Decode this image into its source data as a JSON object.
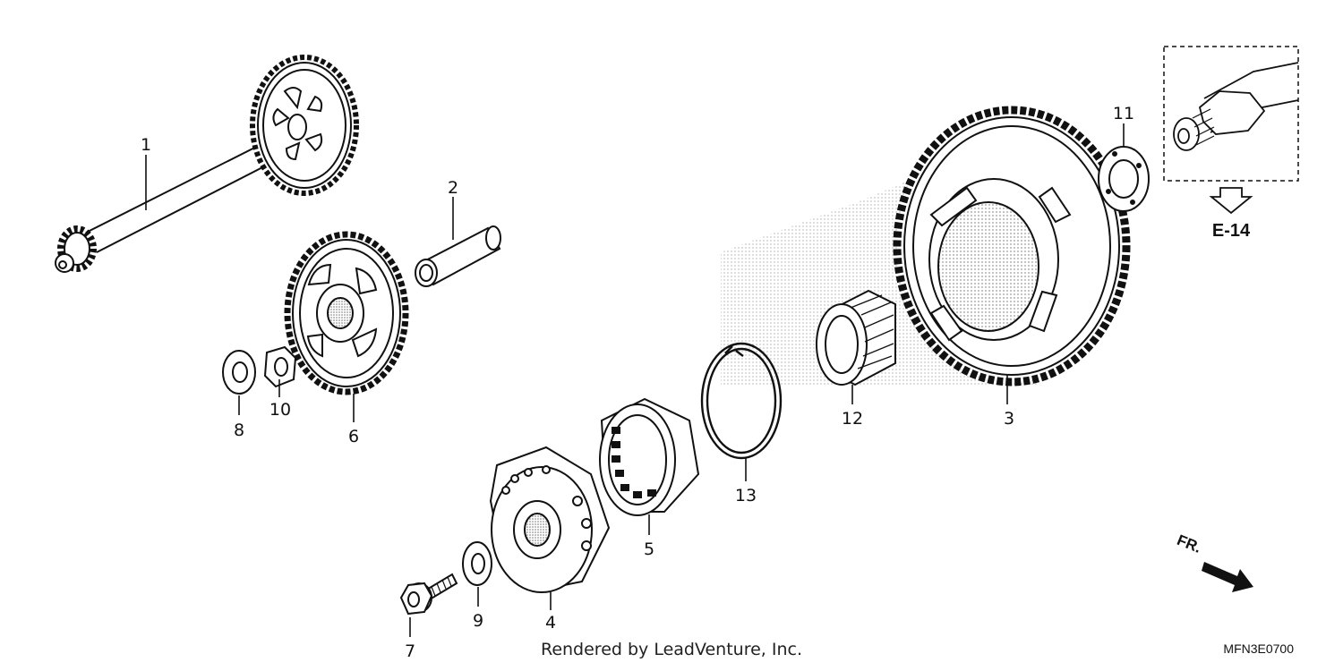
{
  "parts": [
    {
      "id": "p1",
      "number": "1"
    },
    {
      "id": "p2",
      "number": "2"
    },
    {
      "id": "p3",
      "number": "3"
    },
    {
      "id": "p4",
      "number": "4"
    },
    {
      "id": "p5",
      "number": "5"
    },
    {
      "id": "p6",
      "number": "6"
    },
    {
      "id": "p7",
      "number": "7"
    },
    {
      "id": "p8",
      "number": "8"
    },
    {
      "id": "p9",
      "number": "9"
    },
    {
      "id": "p10",
      "number": "10"
    },
    {
      "id": "p11",
      "number": "11"
    },
    {
      "id": "p12",
      "number": "12"
    },
    {
      "id": "p13",
      "number": "13"
    }
  ],
  "reference": {
    "label": "E-14"
  },
  "direction": {
    "label": "FR."
  },
  "footer": {
    "rendered_by": "Rendered by LeadVenture, Inc."
  },
  "diagram_code": "MFN3E0700"
}
